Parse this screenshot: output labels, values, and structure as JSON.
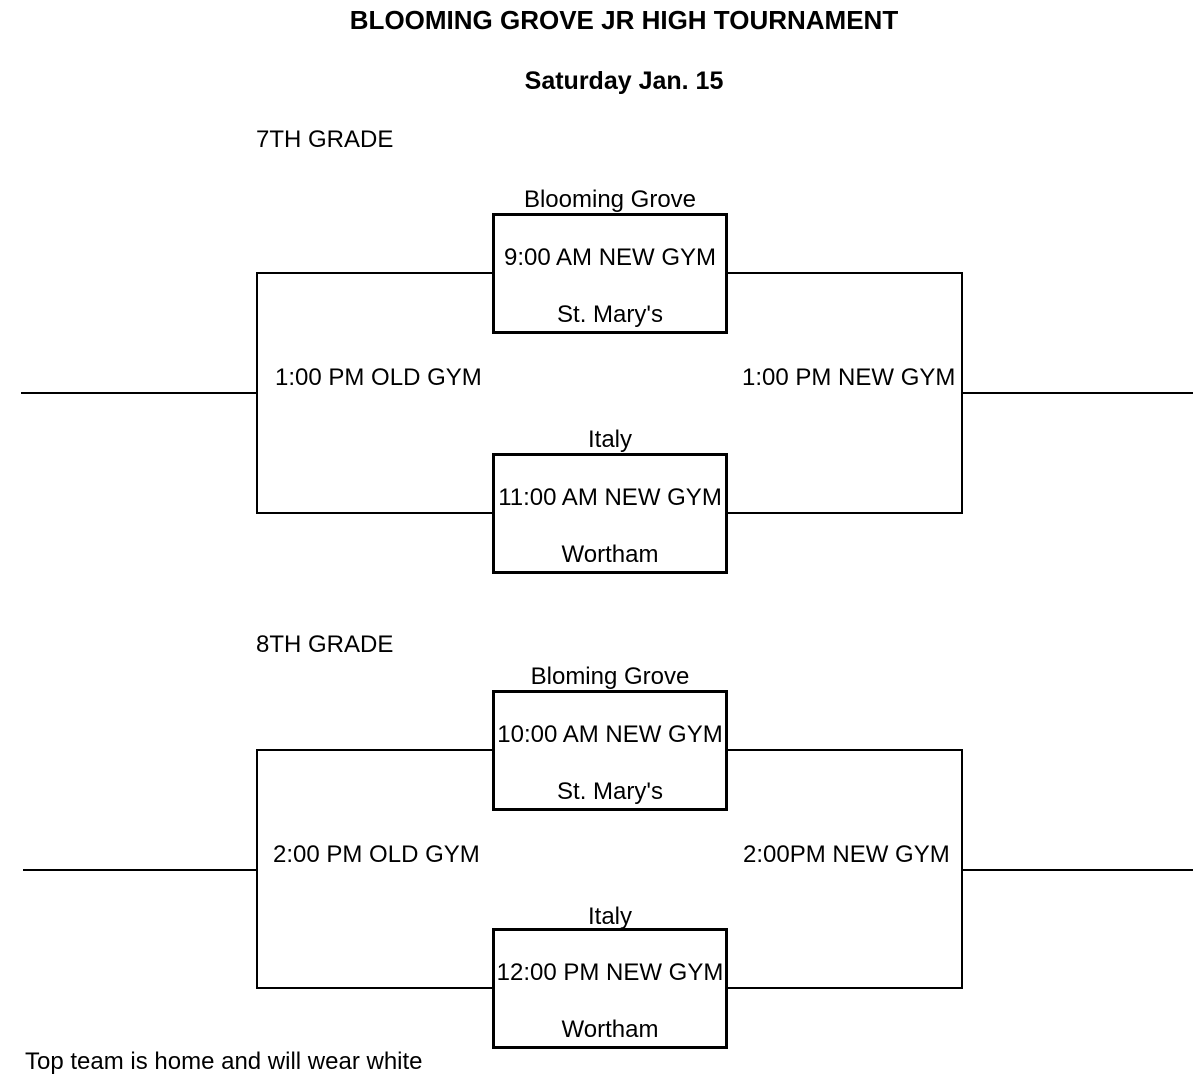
{
  "page": {
    "title": "BLOOMING GROVE JR HIGH TOURNAMENT",
    "date": "Saturday Jan. 15",
    "footnote": "Top team is home and will wear white",
    "line_color": "#000000",
    "background_color": "#ffffff",
    "text_color": "#000000"
  },
  "brackets": [
    {
      "label": "7TH GRADE",
      "games": [
        {
          "home": "Blooming Grove",
          "time_gym": "9:00 AM NEW GYM",
          "away": "St. Mary's"
        },
        {
          "home": "Italy",
          "time_gym": "11:00 AM NEW GYM",
          "away": "Wortham"
        }
      ],
      "final_left": "1:00 PM OLD GYM",
      "final_right": "1:00 PM NEW GYM"
    },
    {
      "label": "8TH GRADE",
      "games": [
        {
          "home": "Bloming Grove",
          "time_gym": "10:00 AM NEW GYM",
          "away": "St. Mary's"
        },
        {
          "home": "Italy",
          "time_gym": "12:00 PM NEW GYM",
          "away": "Wortham"
        }
      ],
      "final_left": "2:00 PM OLD GYM",
      "final_right": "2:00PM NEW GYM"
    }
  ]
}
